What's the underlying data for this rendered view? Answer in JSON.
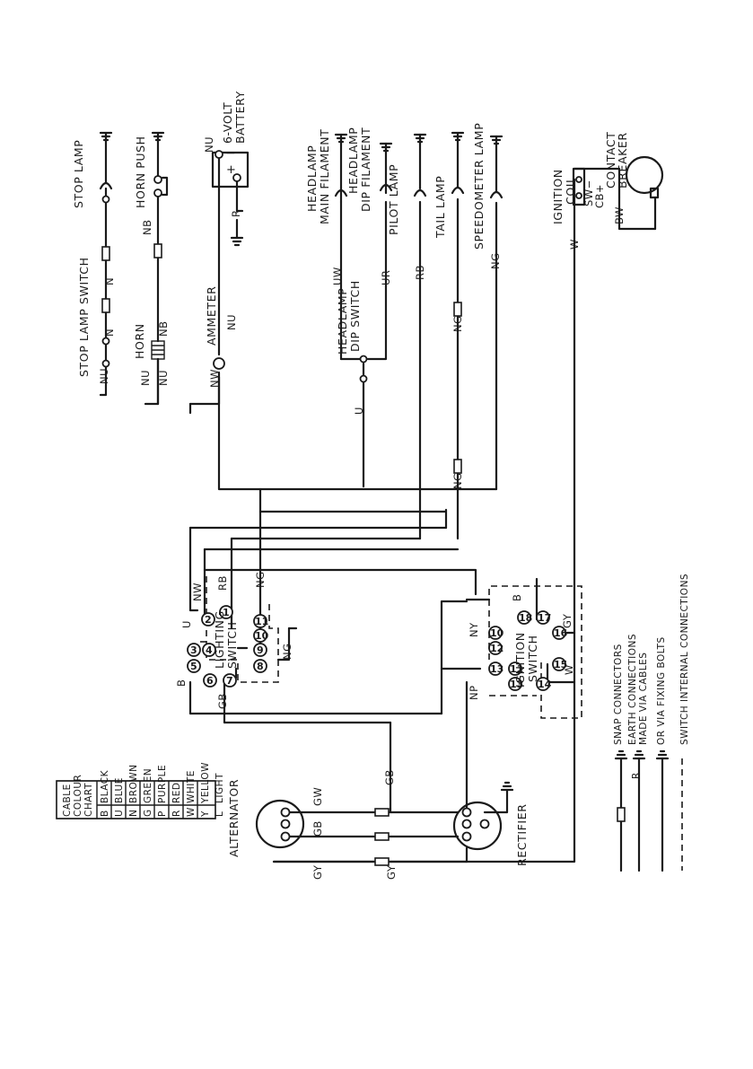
{
  "components": {
    "stop_lamp": "STOP LAMP",
    "horn_push": "HORN PUSH",
    "battery_volt": "6-VOLT",
    "battery": "BATTERY",
    "headlamp_main_a": "HEADLAMP",
    "headlamp_main_b": "MAIN FILAMENT",
    "headlamp_dip_a": "HEADLAMP",
    "headlamp_dip_b": "DIP FILAMENT",
    "pilot_lamp": "PILOT LAMP",
    "tail_lamp": "TAIL LAMP",
    "speedometer_lamp": "SPEEDOMETER LAMP",
    "ignition_coil_a": "IGNITION",
    "ignition_coil_b": "COIL",
    "contact_breaker_a": "CONTACT",
    "contact_breaker_b": "BREAKER",
    "stop_lamp_switch": "STOP LAMP SWITCH",
    "horn": "HORN",
    "ammeter": "AMMETER",
    "headlamp_dip_switch_a": "HEADLAMP",
    "headlamp_dip_switch_b": "DIP SWITCH",
    "lighting_switch_a": "LIGHTING",
    "lighting_switch_b": "SWITCH",
    "ignition_switch_a": "IGNITION",
    "ignition_switch_b": "SWITCH",
    "alternator": "ALTERNATOR",
    "rectifier": "RECTIFIER"
  },
  "battery_terminals": {
    "neg": "−",
    "pos": "+"
  },
  "coil_terminals": {
    "sw": "SW−",
    "cb": "CB+"
  },
  "wire_codes": {
    "nu": "NU",
    "nb": "NB",
    "n": "N",
    "nw": "NW",
    "u": "U",
    "uw": "UW",
    "ur": "UR",
    "rb": "RB",
    "ng": "NG",
    "b": "B",
    "gb": "GB",
    "gw": "GW",
    "gy": "GY",
    "w": "W",
    "bw": "BW",
    "r": "R",
    "ny": "NY",
    "np": "NP"
  },
  "lighting_switch_terminals": [
    "1",
    "2",
    "3",
    "4",
    "5",
    "6",
    "7",
    "8",
    "9",
    "10",
    "11"
  ],
  "ignition_switch_terminals": [
    "10",
    "12",
    "13",
    "14",
    "15",
    "16",
    "17",
    "18",
    "11",
    "13"
  ],
  "cable_colour_chart": {
    "title": [
      "CABLE",
      "COLOUR",
      "CHART"
    ],
    "rows": [
      {
        "code": "B",
        "name": "BLACK"
      },
      {
        "code": "U",
        "name": "BLUE"
      },
      {
        "code": "N",
        "name": "BROWN"
      },
      {
        "code": "G",
        "name": "GREEN"
      },
      {
        "code": "P",
        "name": "PURPLE"
      },
      {
        "code": "R",
        "name": "RED"
      },
      {
        "code": "W",
        "name": "WHITE"
      },
      {
        "code": "Y",
        "name": "YELLOW"
      },
      {
        "code": "L",
        "name": "LIGHT"
      }
    ]
  },
  "legend": {
    "snap": "SNAP CONNECTORS",
    "earth_a": "EARTH CONNECTIONS",
    "earth_b": "MADE VIA CABLES",
    "bolts": "OR VIA FIXING BOLTS",
    "internal": "SWITCH INTERNAL CONNECTIONS",
    "r_code": "R"
  }
}
